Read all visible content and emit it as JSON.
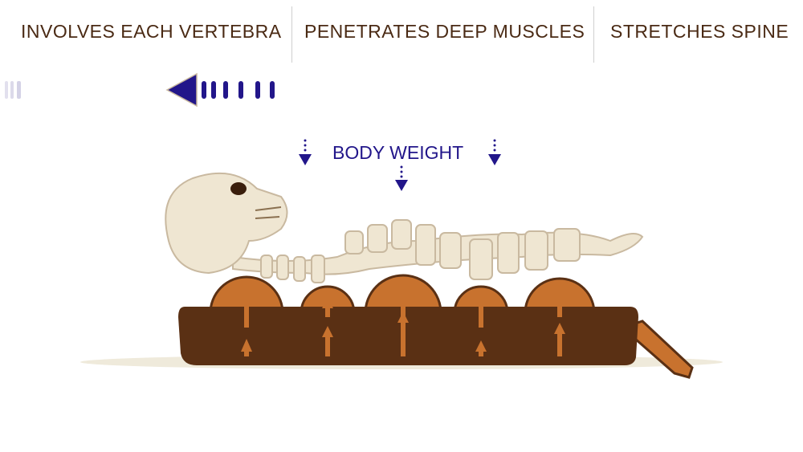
{
  "features": [
    "INVOLVES EACH VERTEBRA",
    "PENETRATES DEEP MUSCLES",
    "STRETCHES SPINE"
  ],
  "label": "BODY WEIGHT",
  "colors": {
    "text": "#4a2a14",
    "accent": "#22168a",
    "mat": "#5a3014",
    "roller": "#c8722e",
    "bone": "#efe6d2"
  }
}
